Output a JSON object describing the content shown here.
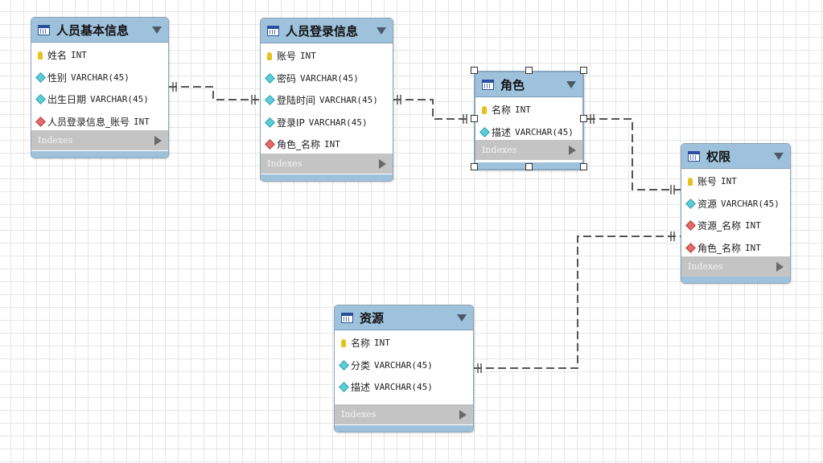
{
  "entities": {
    "person_basic": {
      "title": "人员基本信息",
      "columns": [
        {
          "name": "姓名",
          "type": "INT",
          "icon": "primary-key-icon"
        },
        {
          "name": "性别",
          "type": "VARCHAR(45)",
          "icon": "column-diamond-icon"
        },
        {
          "name": "出生日期",
          "type": "VARCHAR(45)",
          "icon": "column-diamond-icon"
        },
        {
          "name": "人员登录信息_账号",
          "type": "INT",
          "icon": "foreign-key-icon"
        }
      ],
      "indexes_label": "Indexes"
    },
    "person_login": {
      "title": "人员登录信息",
      "columns": [
        {
          "name": "账号",
          "type": "INT",
          "icon": "primary-key-icon"
        },
        {
          "name": "密码",
          "type": "VARCHAR(45)",
          "icon": "column-diamond-icon"
        },
        {
          "name": "登陆时间",
          "type": "VARCHAR(45)",
          "icon": "column-diamond-icon"
        },
        {
          "name": "登录IP",
          "type": "VARCHAR(45)",
          "icon": "column-diamond-icon"
        },
        {
          "name": "角色_名称",
          "type": "INT",
          "icon": "foreign-key-icon"
        }
      ],
      "indexes_label": "Indexes"
    },
    "role": {
      "title": "角色",
      "columns": [
        {
          "name": "名称",
          "type": "INT",
          "icon": "primary-key-icon"
        },
        {
          "name": "描述",
          "type": "VARCHAR(45)",
          "icon": "column-diamond-icon"
        }
      ],
      "indexes_label": "Indexes"
    },
    "permission": {
      "title": "权限",
      "columns": [
        {
          "name": "账号",
          "type": "INT",
          "icon": "primary-key-icon"
        },
        {
          "name": "资源",
          "type": "VARCHAR(45)",
          "icon": "column-diamond-icon"
        },
        {
          "name": "资源_名称",
          "type": "INT",
          "icon": "foreign-key-icon"
        },
        {
          "name": "角色_名称",
          "type": "INT",
          "icon": "foreign-key-icon"
        }
      ],
      "indexes_label": "Indexes"
    },
    "resource": {
      "title": "资源",
      "columns": [
        {
          "name": "名称",
          "type": "INT",
          "icon": "primary-key-icon"
        },
        {
          "name": "分类",
          "type": "VARCHAR(45)",
          "icon": "column-diamond-icon"
        },
        {
          "name": "描述",
          "type": "VARCHAR(45)",
          "icon": "column-diamond-icon"
        }
      ],
      "indexes_label": "Indexes"
    }
  },
  "selected_entity": "角色",
  "colors": {
    "header": "#9fc2dc",
    "indexes_bar": "#c4c4c4",
    "connector": "#555555",
    "primary_key": "#e8c21c",
    "column": "#5ccdd8",
    "foreign_key": "#e46a6a"
  }
}
